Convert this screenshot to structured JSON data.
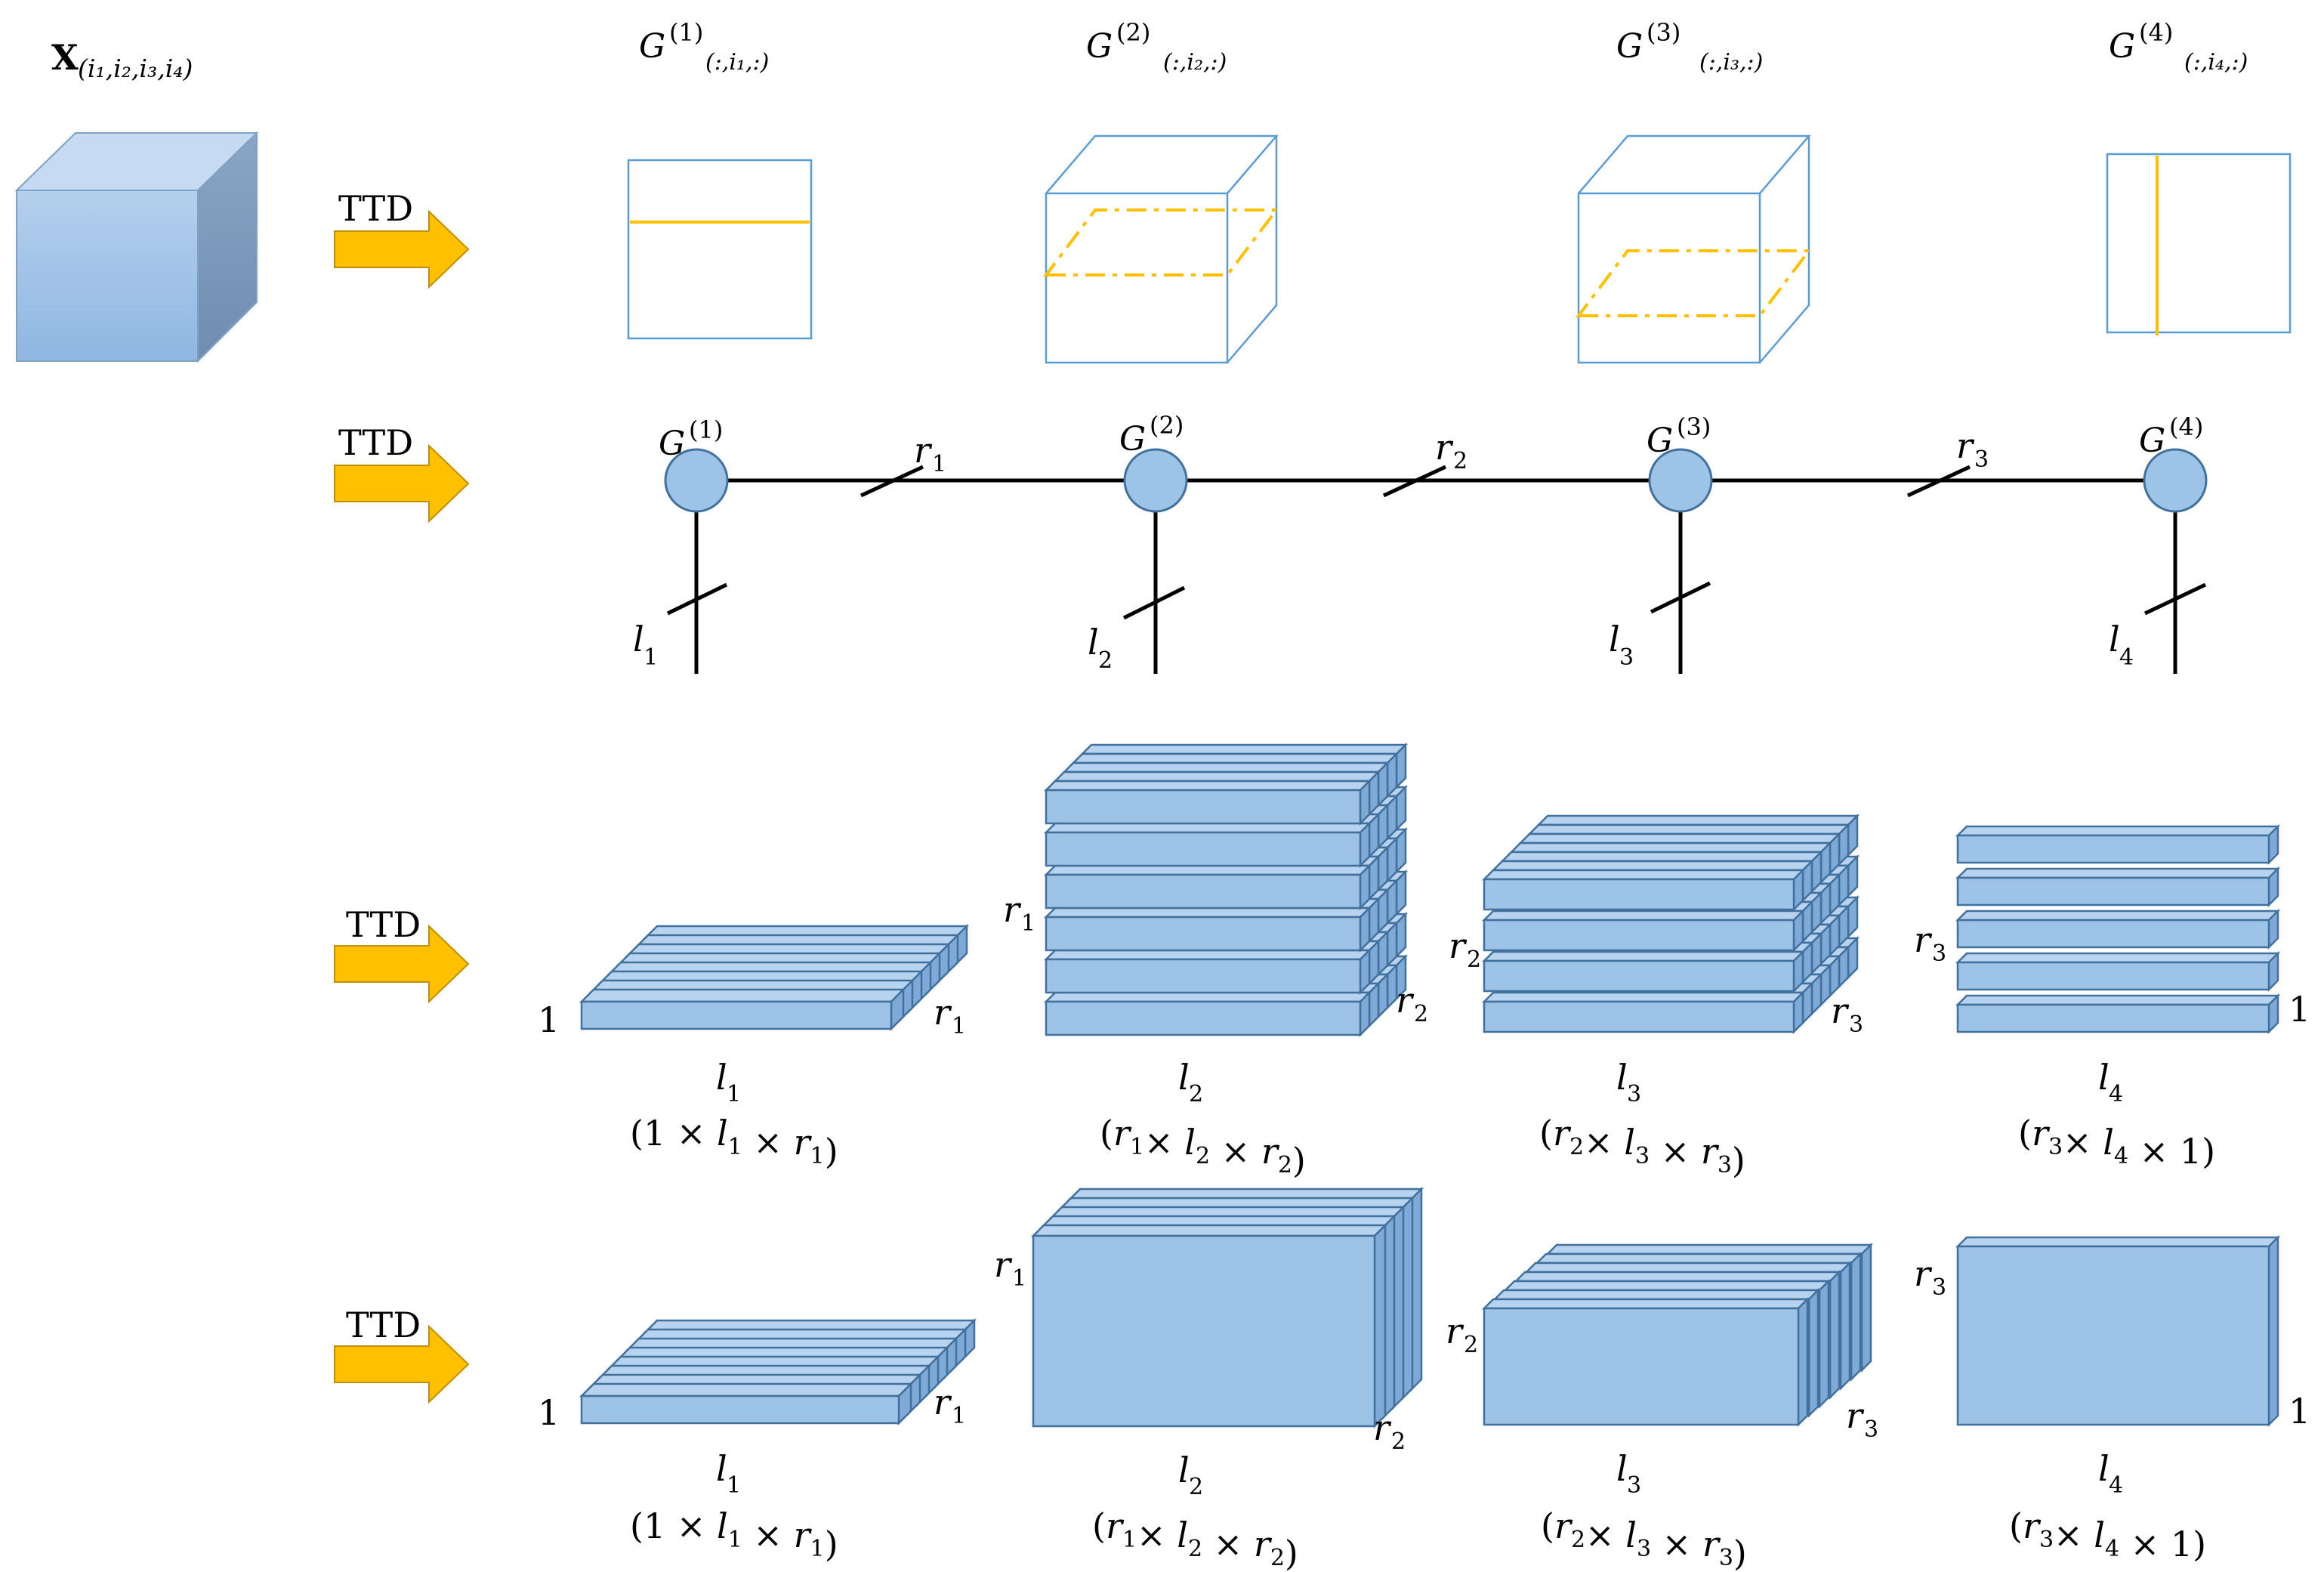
{
  "colors": {
    "cube_fill": "#9dc3e6",
    "cube_stroke": "#41719c",
    "arrow_fill": "#ffc000",
    "arrow_stroke": "#c09000",
    "slice_line": "#ffc000",
    "core_outline": "#5b9bd5"
  },
  "tensor_label": {
    "base": "X",
    "sub": "(i₁,i₂,i₃,i₄)"
  },
  "arrow_label": "TTD",
  "slices": [
    {
      "base": "G",
      "sup": "(1)",
      "sub": "(:,i₁,:)"
    },
    {
      "base": "G",
      "sup": "(2)",
      "sub": "(:,i₂,:)"
    },
    {
      "base": "G",
      "sup": "(3)",
      "sub": "(:,i₃,:)"
    },
    {
      "base": "G",
      "sup": "(4)",
      "sub": "(:,i₄,:)"
    }
  ],
  "network": {
    "nodes": [
      {
        "base": "G",
        "sup": "(1)",
        "leg_base": "l",
        "leg_sub": "1"
      },
      {
        "base": "G",
        "sup": "(2)",
        "leg_base": "l",
        "leg_sub": "2"
      },
      {
        "base": "G",
        "sup": "(3)",
        "leg_base": "l",
        "leg_sub": "3"
      },
      {
        "base": "G",
        "sup": "(4)",
        "leg_base": "l",
        "leg_sub": "4"
      }
    ],
    "bonds": [
      {
        "base": "r",
        "sub": "1"
      },
      {
        "base": "r",
        "sub": "2"
      },
      {
        "base": "r",
        "sub": "3"
      }
    ]
  },
  "cores": [
    {
      "l": "l",
      "l_sub": "1",
      "left": "1",
      "left_sub": "",
      "right": "r",
      "right_sub": "1",
      "dims": [
        "(1 × ",
        "l",
        "1",
        " × ",
        "r",
        "1",
        ")"
      ]
    },
    {
      "l": "l",
      "l_sub": "2",
      "left": "r",
      "left_sub": "1",
      "right": "r",
      "right_sub": "2",
      "dims": [
        "(",
        "r",
        "1",
        "× ",
        "l",
        "2",
        " × ",
        "r",
        "2",
        ")"
      ]
    },
    {
      "l": "l",
      "l_sub": "3",
      "left": "r",
      "left_sub": "2",
      "right": "r",
      "right_sub": "3",
      "dims": [
        "(",
        "r",
        "2",
        "× ",
        "l",
        "3",
        " × ",
        "r",
        "3",
        ")"
      ]
    },
    {
      "l": "l",
      "l_sub": "4",
      "left": "r",
      "left_sub": "3",
      "right": "1",
      "right_sub": "",
      "dims": [
        "(",
        "r",
        "3",
        "× ",
        "l",
        "4",
        " × 1)"
      ]
    }
  ]
}
